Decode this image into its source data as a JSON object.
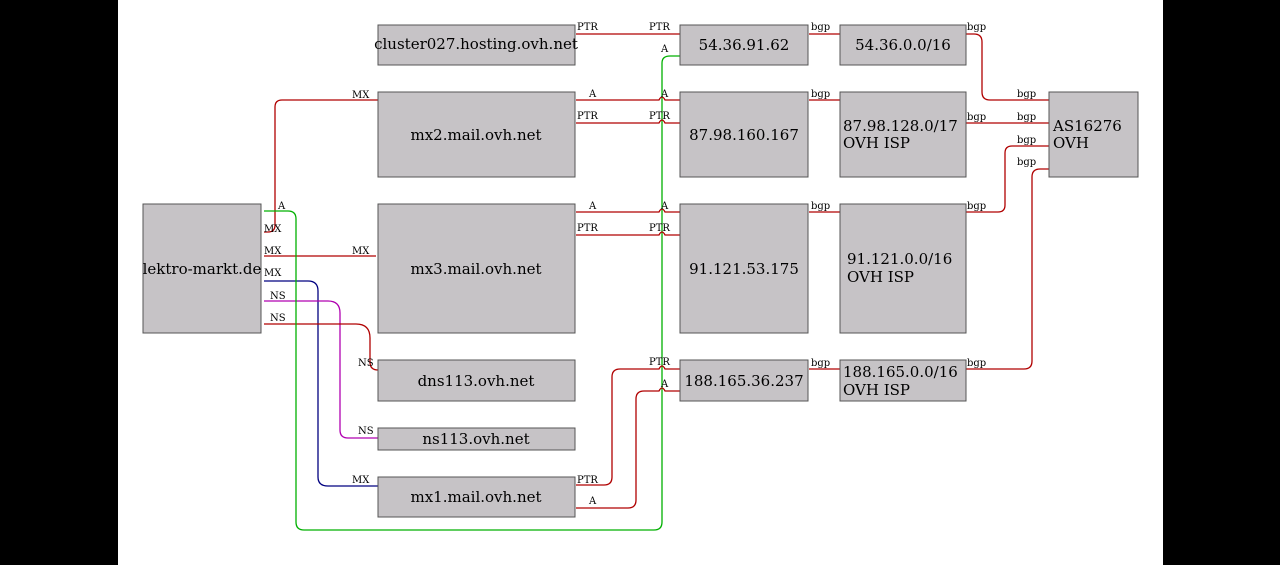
{
  "nodes": {
    "lektro": "lektro-markt.de",
    "cluster027": "cluster027.hosting.ovh.net",
    "mx2": "mx2.mail.ovh.net",
    "mx3": "mx3.mail.ovh.net",
    "mx1": "mx1.mail.ovh.net",
    "dns113": "dns113.ovh.net",
    "ns113": "ns113.ovh.net",
    "ip_54": "54.36.91.62",
    "ip_87": "87.98.160.167",
    "ip_91": "91.121.53.175",
    "ip_188": "188.165.36.237",
    "net_54": "54.36.0.0/16",
    "net_87": [
      "87.98.128.0/17",
      "OVH ISP"
    ],
    "net_91": [
      "91.121.0.0/16",
      "OVH ISP"
    ],
    "net_188": [
      "188.165.0.0/16",
      "OVH ISP"
    ],
    "as": [
      "AS16276",
      "OVH"
    ]
  },
  "edge_labels": {
    "mx": "MX",
    "ns": "NS",
    "a": "A",
    "ptr": "PTR",
    "bgp": "bgp"
  },
  "colors": {
    "background": "#000000",
    "canvas": "#ffffff",
    "node_fill": "#c6c3c6",
    "mx_edge": "#b00000",
    "ns_edge": "#b00000",
    "a_edge": "#00b000",
    "purple_edge": "#b000b0",
    "blue_edge": "#000080"
  }
}
